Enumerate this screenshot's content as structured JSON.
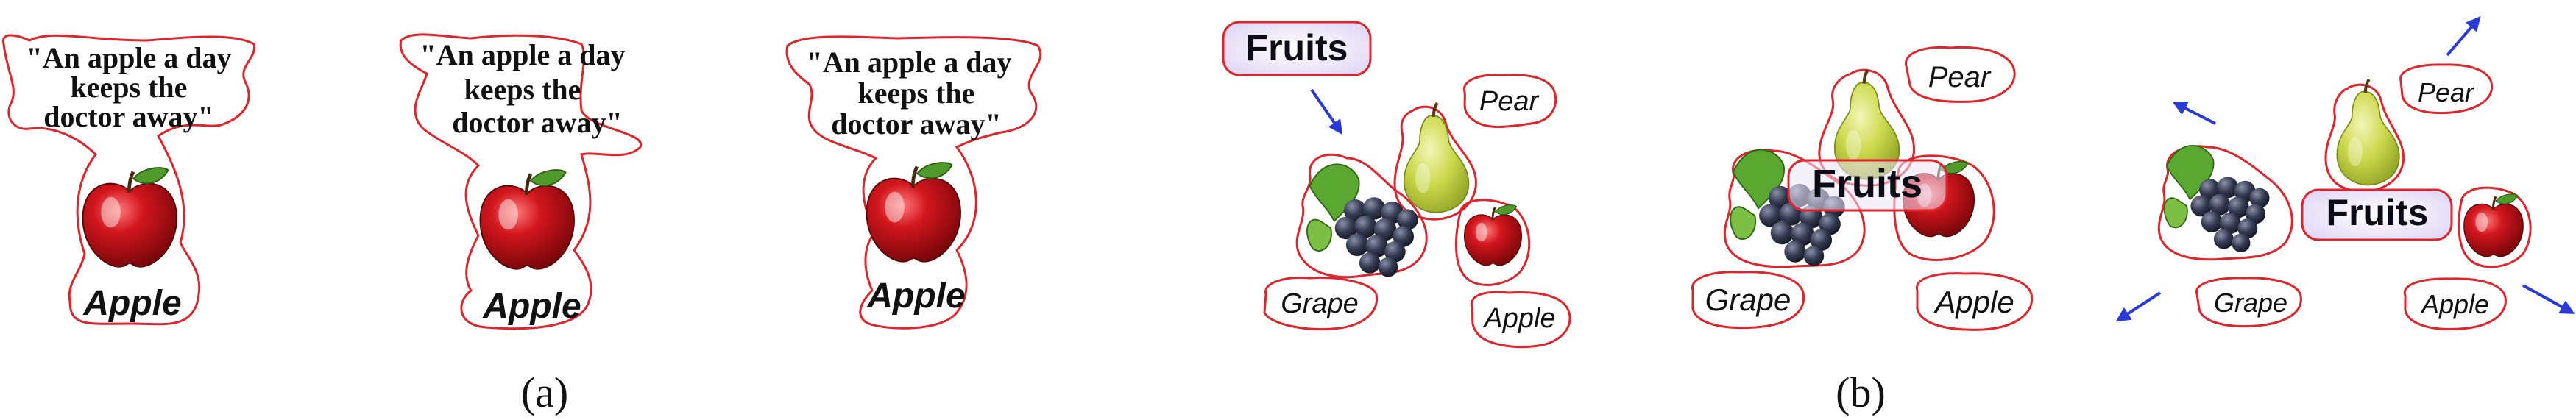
{
  "figure": {
    "panel_a": {
      "caption": "(a)",
      "quote_lines": [
        "\"An apple a day",
        "keeps the",
        "doctor away\""
      ],
      "word": "Apple"
    },
    "panel_b": {
      "caption": "(b)",
      "label_fruits": "Fruits",
      "label_pear": "Pear",
      "label_grape": "Grape",
      "label_apple": "Apple"
    }
  },
  "colors": {
    "outline": "#e0242c",
    "fruits_fill": "#ece6f8",
    "arrow": "#2a3ad6",
    "apple_red": "#c1121a",
    "pear_green": "#c9d84a",
    "grape": "#2d3140",
    "leaf": "#4f9a2a"
  }
}
